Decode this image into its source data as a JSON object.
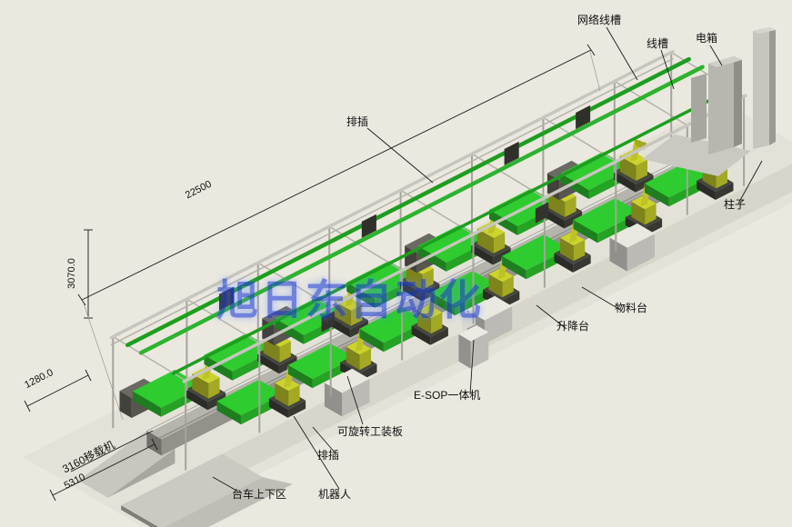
{
  "watermark": "旭日东自动化",
  "labels": {
    "network_trough": "网络线槽",
    "cable_trough": "线槽",
    "electric_box": "电箱",
    "pillar": "柱子",
    "power_strip_top": "排插",
    "material_table": "物料台",
    "lift_table": "升降台",
    "esop_machine": "E-SOP一体机",
    "rotatable_plate": "可旋转工装板",
    "power_strip_bottom": "排插",
    "robot": "机器人",
    "cart_area": "台车上下区",
    "transfer_machine": "3160移载机"
  },
  "dimensions": {
    "line_length": "22500",
    "frame_height": "3070.0",
    "line_width": "1280.0",
    "front_width": "5310"
  },
  "colors": {
    "background": "#eae8df",
    "pallet_green": "#2ecc2e",
    "trough_green": "#1e9e1e",
    "robot_yellow": "#ccd32b",
    "frame_gray": "#b3b2aa",
    "watermark_blue": "#2040d8"
  }
}
